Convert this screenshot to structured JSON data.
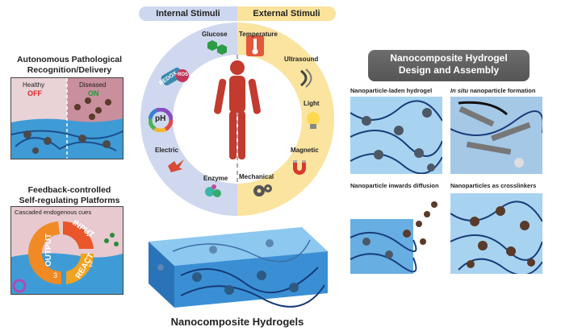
{
  "left": {
    "top_title_line1": "Autonomous Pathological",
    "top_title_line2": "Recognition/Delivery",
    "healthy_label": "Healthy",
    "healthy_state": "OFF",
    "diseased_label": "Diseased",
    "diseased_state": "ON",
    "bottom_title_line1": "Feedback-controlled",
    "bottom_title_line2": "Self-regulating Platforms",
    "cascade_label": "Cascaded endogenous cues",
    "cycle": {
      "input": "INPUT",
      "react": "REACT",
      "output": "OUTPUT",
      "n1": "1",
      "n2": "2",
      "n3": "3"
    }
  },
  "center": {
    "internal_label": "Internal Stimuli",
    "external_label": "External Stimuli",
    "stimuli": {
      "glucose": "Glucose",
      "temperature": "Temperature",
      "ultrasound": "Ultrasound",
      "light": "Light",
      "magnetic": "Magnetic",
      "mechanical": "Mechanical",
      "enzyme": "Enzyme",
      "electric": "Electric",
      "ph": "pH",
      "redox": "REDOX",
      "ros": "ROS"
    },
    "caption": "Nanocomposite Hydrogels"
  },
  "right": {
    "banner_line1": "Nanocomposite Hydrogel",
    "banner_line2": "Design and Assembly",
    "p1": "Nanoparticle-laden hydrogel",
    "p2_italic": "In situ",
    "p2_rest": " nanoparticle formation",
    "p3": "Nanoparticle inwards diffusion",
    "p4": "Nanoparticles as crosslinkers"
  }
}
